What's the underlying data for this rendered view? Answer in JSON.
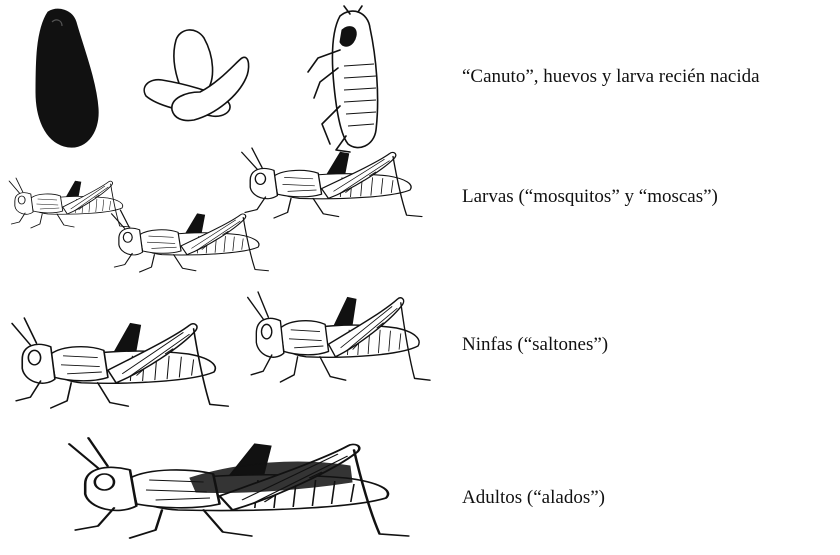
{
  "stages": [
    {
      "label": "“Canuto”, huevos y larva recién nacida"
    },
    {
      "label": "Larvas (“mosquitos” y “moscas”)"
    },
    {
      "label": "Ninfas (“saltones”)"
    },
    {
      "label": "Adultos (“alados”)"
    }
  ]
}
